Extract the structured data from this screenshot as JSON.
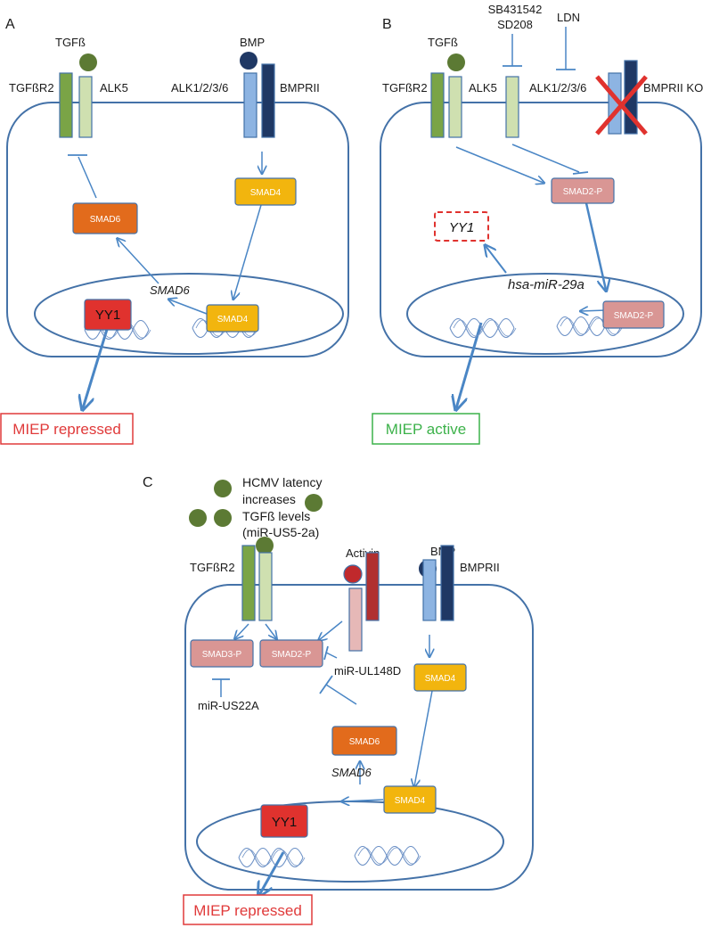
{
  "colors": {
    "membrane": "#4472a8",
    "tgfbr2": "#7aa446",
    "alk5": "#cfe0b0",
    "alk_bmp": "#8db4e2",
    "bmprii": "#1f3864",
    "ligand_tgfb": "#5c7a34",
    "ligand_bmp": "#1f3864",
    "activin_ligand": "#c0292c",
    "activin_r1": "#e6b8b7",
    "activin_r2": "#b03030",
    "smad6": "#e26b1c",
    "smad4": "#f2b50e",
    "smad2p": "#d99694",
    "yy1": "#e0322e",
    "arrow": "#4a86c5",
    "dna": "#6a8fc5",
    "repressed": "#e03a3a",
    "active": "#3cb24a",
    "ko_x": "#e0322e"
  },
  "panelA": {
    "letter": "A",
    "tgfb": "TGFß",
    "bmp": "BMP",
    "tgfbr2": "TGFßR2",
    "alk5": "ALK5",
    "alk_bmp": "ALK1/2/3/6",
    "bmprii": "BMPRII",
    "smad6_box": "SMAD6",
    "smad4_box": "SMAD4",
    "smad4_nuc": "SMAD4",
    "smad6_gene": "SMAD6",
    "yy1": "YY1",
    "outcome": "MIEP repressed"
  },
  "panelB": {
    "letter": "B",
    "tgfb": "TGFß",
    "inhibitor1_line1": "SB431542",
    "inhibitor1_line2": "SD208",
    "inhibitor2": "LDN",
    "tgfbr2": "TGFßR2",
    "alk5": "ALK5",
    "alk_bmp": "ALK1/2/3/6",
    "bmprii_ko": "BMPRII KO",
    "smad2p_box": "SMAD2-P",
    "smad2p_nuc": "SMAD2-P",
    "yy1": "YY1",
    "mirna": "hsa-miR-29a",
    "outcome": "MIEP active"
  },
  "panelC": {
    "letter": "C",
    "note_line1": "HCMV latency",
    "note_line2": "increases",
    "note_line3": "TGFß levels",
    "note_line4": "(miR-US5-2a)",
    "activin": "Activin",
    "bmp": "BMP",
    "tgfbr2": "TGFßR2",
    "bmprii": "BMPRII",
    "smad3p": "SMAD3-P",
    "smad2p": "SMAD2-P",
    "mir_ul148d": "miR-UL148D",
    "mir_us22a": "miR-US22A",
    "smad4_box": "SMAD4",
    "smad6_box": "SMAD6",
    "smad6_gene": "SMAD6",
    "smad4_nuc": "SMAD4",
    "yy1": "YY1",
    "outcome": "MIEP repressed"
  }
}
